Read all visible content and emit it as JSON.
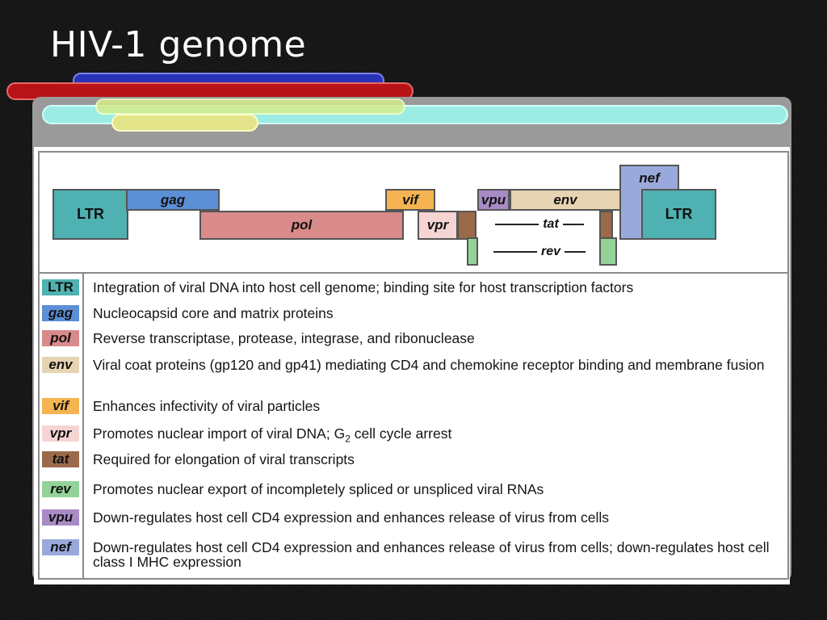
{
  "slide": {
    "title": "HIV-1 genome"
  },
  "diagram": {
    "genes": {
      "ltr_left": {
        "label": "LTR",
        "color": "#4fb1b1"
      },
      "gag": {
        "label": "gag",
        "color": "#5b8fd6"
      },
      "pol": {
        "label": "pol",
        "color": "#d98a8a"
      },
      "vif": {
        "label": "vif",
        "color": "#f5b451"
      },
      "vpr": {
        "label": "vpr",
        "color": "#f6d4d4"
      },
      "vpu": {
        "label": "vpu",
        "color": "#a78bc5"
      },
      "env": {
        "label": "env",
        "color": "#e6d4b2"
      },
      "nef": {
        "label": "nef",
        "color": "#9aa9dc"
      },
      "ltr_right": {
        "label": "LTR",
        "color": "#4fb1b1"
      },
      "tat": {
        "label": "tat",
        "color": "#9a6a4a"
      },
      "rev": {
        "label": "rev",
        "color": "#93d39a"
      }
    }
  },
  "legend": [
    {
      "key": "LTR",
      "color": "#4fb1b1",
      "italic": false,
      "description": "Integration of viral DNA into host cell genome; binding site for host transcription factors"
    },
    {
      "key": "gag",
      "color": "#5b8fd6",
      "italic": true,
      "description": "Nucleocapsid core and matrix proteins"
    },
    {
      "key": "pol",
      "color": "#d98a8a",
      "italic": true,
      "description": "Reverse transcriptase, protease, integrase, and ribonuclease"
    },
    {
      "key": "env",
      "color": "#e6d4b2",
      "italic": true,
      "description": "Viral coat proteins (gp120 and gp41) mediating CD4 and chemokine receptor binding and membrane fusion"
    },
    {
      "key": "vif",
      "color": "#f5b451",
      "italic": true,
      "description": "Enhances infectivity of viral particles"
    },
    {
      "key": "vpr",
      "color": "#f6d4d4",
      "italic": true,
      "description_prefix": "Promotes nuclear import of viral DNA; G",
      "description_sub": "2",
      "description_suffix": " cell cycle arrest"
    },
    {
      "key": "tat",
      "color": "#9a6a4a",
      "italic": true,
      "description": "Required for elongation of viral transcripts"
    },
    {
      "key": "rev",
      "color": "#93d39a",
      "italic": true,
      "description": "Promotes nuclear export of incompletely spliced or unspliced viral RNAs"
    },
    {
      "key": "vpu",
      "color": "#a78bc5",
      "italic": true,
      "description": "Down-regulates host cell CD4 expression and enhances release of virus from cells"
    },
    {
      "key": "nef",
      "color": "#9aa9dc",
      "italic": true,
      "description": "Down-regulates host cell CD4 expression and enhances release of virus from cells; down-regulates host cell class I MHC expression"
    }
  ]
}
